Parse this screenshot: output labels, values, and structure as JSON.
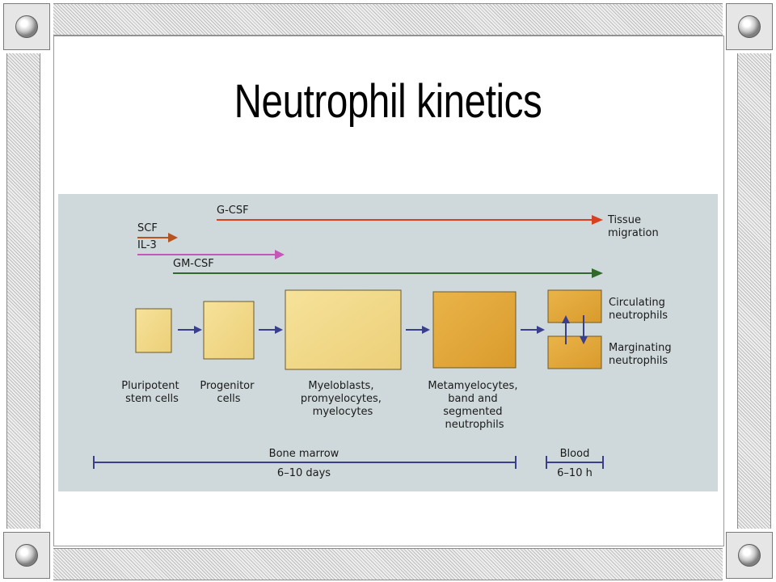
{
  "slide": {
    "title": "Neutrophil kinetics"
  },
  "diagram": {
    "growth_factors": [
      {
        "label": "G-CSF",
        "color": "#d9401f"
      },
      {
        "label": "SCF",
        "color": "#b5541f"
      },
      {
        "label": "IL-3",
        "color": "#c656b8"
      },
      {
        "label": "GM-CSF",
        "color": "#2f6a2a"
      }
    ],
    "tissue_label": [
      "Tissue",
      "migration"
    ],
    "stages": [
      {
        "lines": [
          "Pluripotent",
          "stem cells"
        ]
      },
      {
        "lines": [
          "Progenitor",
          "cells"
        ]
      },
      {
        "lines": [
          "Myeloblasts,",
          "promyelocytes,",
          "myelocytes"
        ]
      },
      {
        "lines": [
          "Metamyelocytes,",
          "band and",
          "segmented",
          "neutrophils"
        ]
      }
    ],
    "pools": [
      {
        "lines": [
          "Circulating",
          "neutrophils"
        ]
      },
      {
        "lines": [
          "Marginating",
          "neutrophils"
        ]
      }
    ],
    "timeline": [
      {
        "label": "Bone marrow",
        "duration": "6–10 days"
      },
      {
        "label": "Blood",
        "duration": "6–10 h"
      }
    ],
    "colors": {
      "flow_arrow": "#3a3f8c",
      "box_light": "#f2d98a",
      "box_dark": "#e0a432",
      "background": "#cfd8da"
    }
  }
}
